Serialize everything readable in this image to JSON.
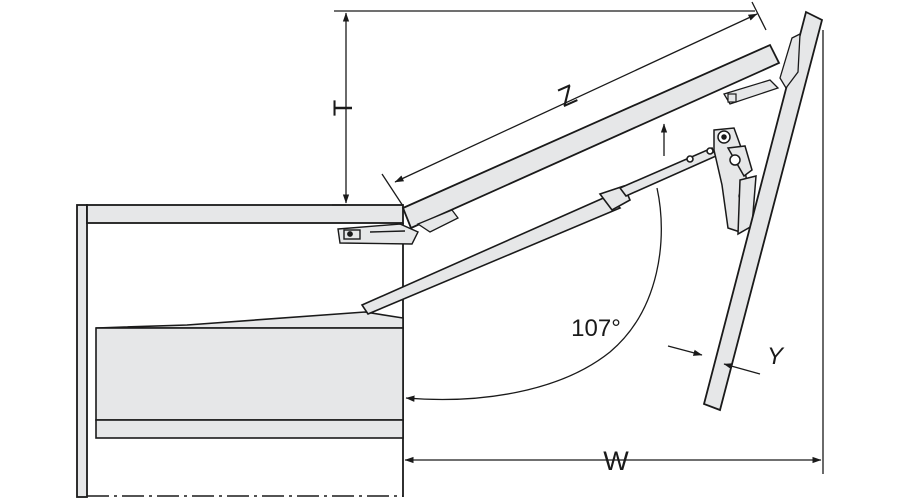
{
  "dimensions": {
    "height_label": "T",
    "length_label": "Z",
    "angle_label": "107°",
    "thickness_label": "Y",
    "width_label": "W"
  },
  "colors": {
    "panel_fill": "#e6e7e8",
    "stroke": "#1a1a1a",
    "background": "#ffffff"
  }
}
